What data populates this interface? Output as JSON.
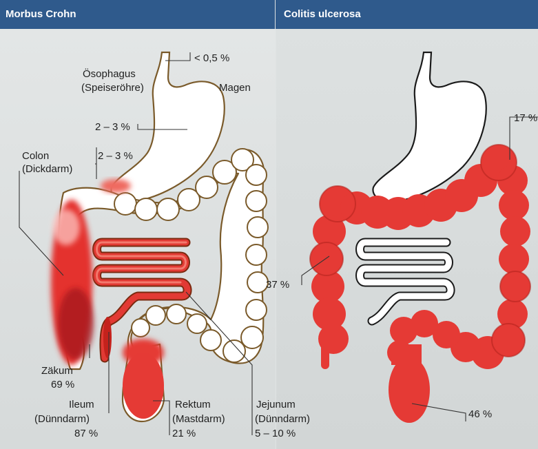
{
  "headers": {
    "left": "Morbus Crohn",
    "right": "Colitis ulcerosa"
  },
  "crohn": {
    "oesophagus_pct": "< 0,5 %",
    "oesophagus_line1": "Ösophagus",
    "oesophagus_line2": "(Speiseröhre)",
    "magen": "Magen",
    "magen_pct": "2 – 3 %",
    "duodenum_pct": "2 – 3 %",
    "colon_line1": "Colon",
    "colon_line2": "(Dickdarm)",
    "zaekum_line1": "Zäkum",
    "zaekum_pct": "69 %",
    "ileum_line1": "Ileum",
    "ileum_line2": "(Dünndarm)",
    "ileum_pct": "87 %",
    "rektum_line1": "Rektum",
    "rektum_line2": "(Mastdarm)",
    "rektum_pct": "21 %",
    "jejunum_line1": "Jejunum",
    "jejunum_line2": "(Dünndarm)",
    "jejunum_pct": "5 – 10 %"
  },
  "colitis": {
    "colon_right_pct": "17 %",
    "colon_left_pct": "37 %",
    "rektum_pct": "46 %"
  },
  "colors": {
    "header_bg": "#2f5a8c",
    "inflamed_red": "#e53a35",
    "dark_red": "#a3121a",
    "outline_brown": "#7a5a2a"
  }
}
